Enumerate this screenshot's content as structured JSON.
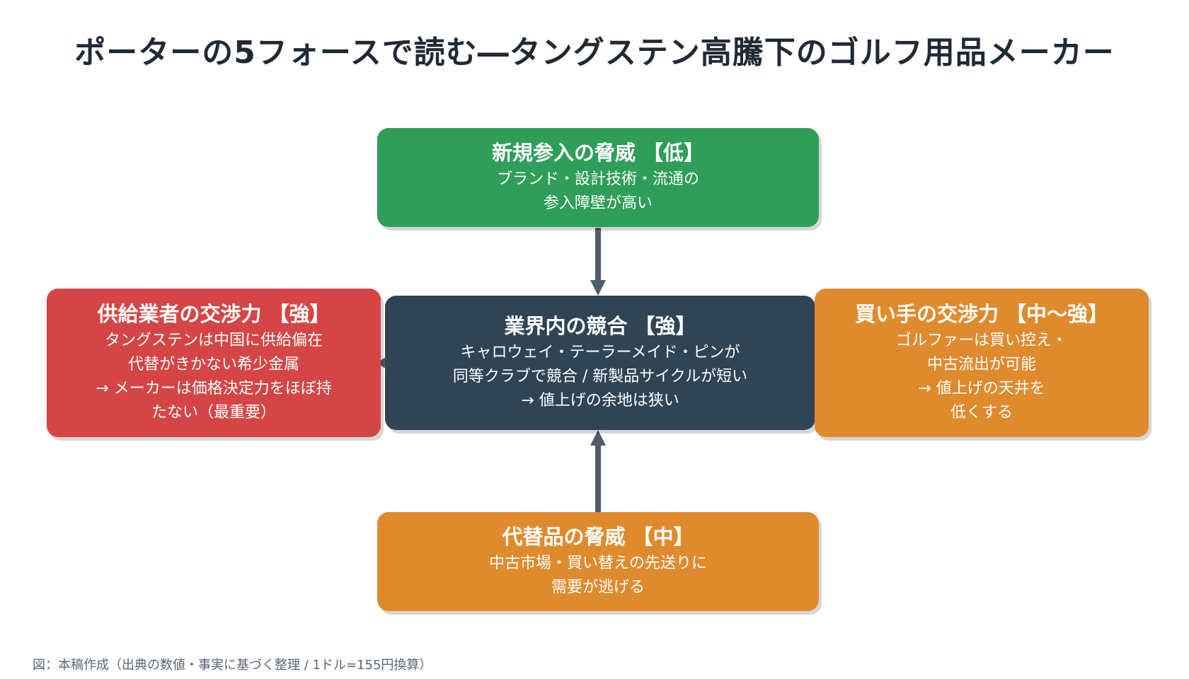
{
  "title": "ポーターの5フォースで読む―タングステン高騰下のゴルフ用品メーカー",
  "colors": {
    "low": "#2e9e58",
    "high": "#d64545",
    "medium": "#e08a2e",
    "center": "#2f4556",
    "connector": "#4f5c6a"
  },
  "forces": {
    "top": {
      "title": "新規参入の脅威 【低】",
      "lines": [
        "ブランド・設計技術・流通の",
        "参入障壁が高い"
      ]
    },
    "center": {
      "title": "業界内の競合 【強】",
      "lines": [
        "キャロウェイ・テーラーメイド・ピンが",
        "同等クラブで競合 / 新製品サイクルが短い",
        "→ 値上げの余地は狭い"
      ]
    },
    "left": {
      "title": "供給業者の交渉力 【強】",
      "lines": [
        "タングステンは中国に供給偏在",
        "代替がきかない希少金属",
        "→ メーカーは価格決定力をほぼ持",
        "たない（最重要）"
      ]
    },
    "right": {
      "title": "買い手の交渉力 【中〜強】",
      "lines": [
        "ゴルファーは買い控え・",
        "中古流出が可能",
        "→ 値上げの天井を",
        "低くする"
      ]
    },
    "bottom": {
      "title": "代替品の脅威 【中】",
      "lines": [
        "中古市場・買い替えの先送りに",
        "需要が逃げる"
      ]
    }
  },
  "footnote": "図：本稿作成（出典の数値・事実に基づく整理 / 1ドル=155円換算）"
}
